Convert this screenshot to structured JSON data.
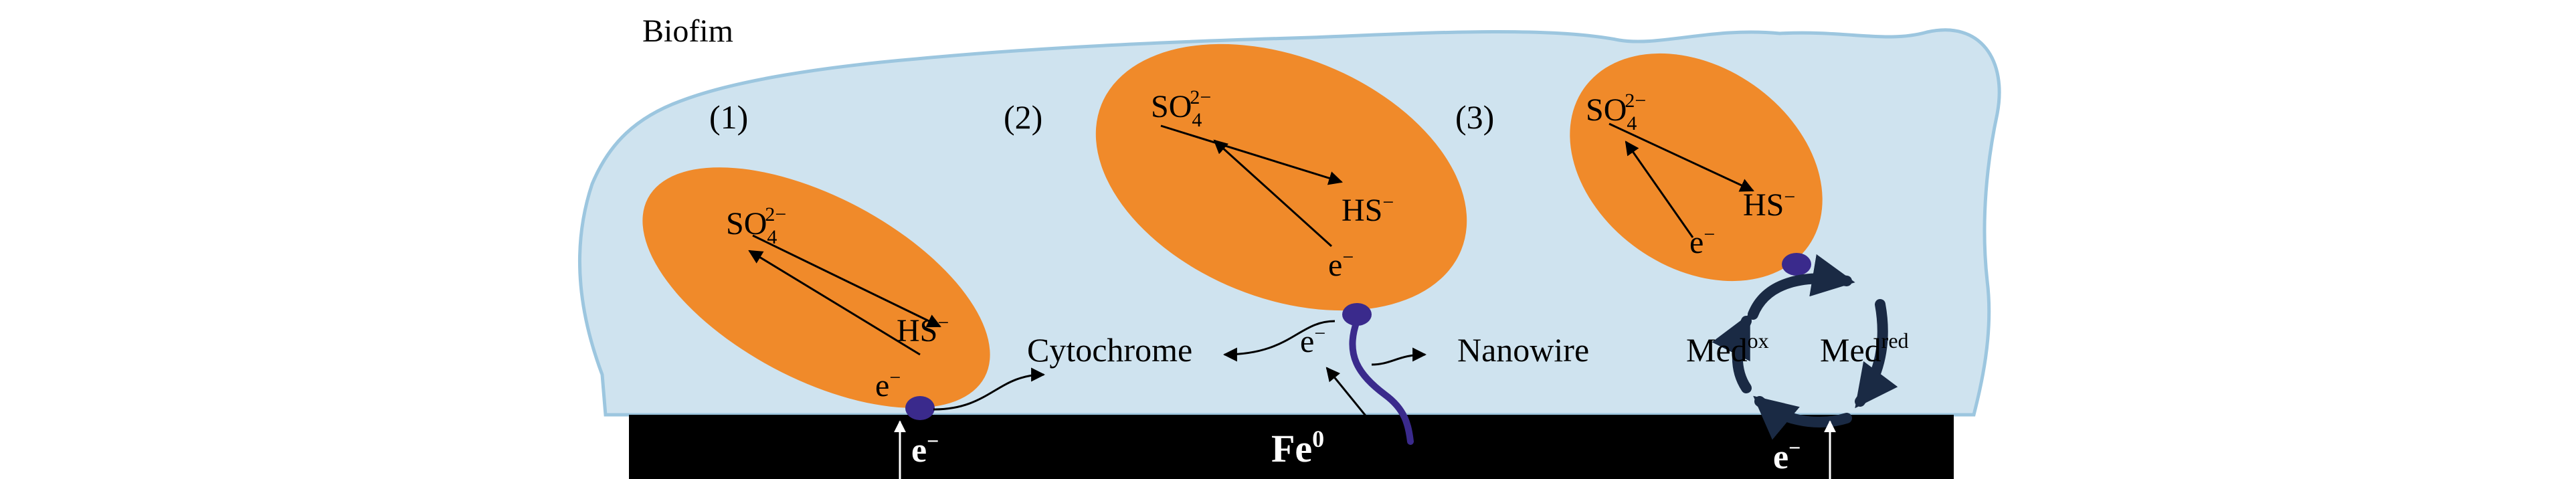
{
  "biofilm_label": "Biofim",
  "mechanisms": [
    {
      "number": "(1)",
      "species_top": "SO",
      "species_top_sub": "4",
      "species_top_sup": "2−",
      "species_mid": "HS",
      "species_mid_sup": "−",
      "electron": "e",
      "electron_sup": "−"
    },
    {
      "number": "(2)",
      "species_top": "SO",
      "species_top_sub": "4",
      "species_top_sup": "2−",
      "species_mid": "HS",
      "species_mid_sup": "−",
      "electron": "e",
      "electron_sup": "−"
    },
    {
      "number": "(3)",
      "species_top": "SO",
      "species_top_sub": "4",
      "species_top_sup": "2−",
      "species_mid": "HS",
      "species_mid_sup": "−",
      "electron": "e",
      "electron_sup": "−"
    }
  ],
  "cytochrome_label": "Cytochrome",
  "nanowire_label": "Nanowire",
  "electron_2_label": "e",
  "electron_2_sup": "−",
  "mediator": {
    "ox": "Med",
    "ox_sup": "ox",
    "red": "Med",
    "red_sup": "red"
  },
  "metal": {
    "symbol": "Fe",
    "sup": "0"
  },
  "metal_electrons": [
    {
      "text": "e",
      "sup": "−"
    },
    {
      "text": "e",
      "sup": "−"
    }
  ],
  "colors": {
    "biofilm_fill": "#cfe3ef",
    "biofilm_stroke": "#9cc6df",
    "cell_fill": "#f08a2a",
    "contact_fill": "#3a2a8c",
    "metal_fill": "#000000"
  }
}
